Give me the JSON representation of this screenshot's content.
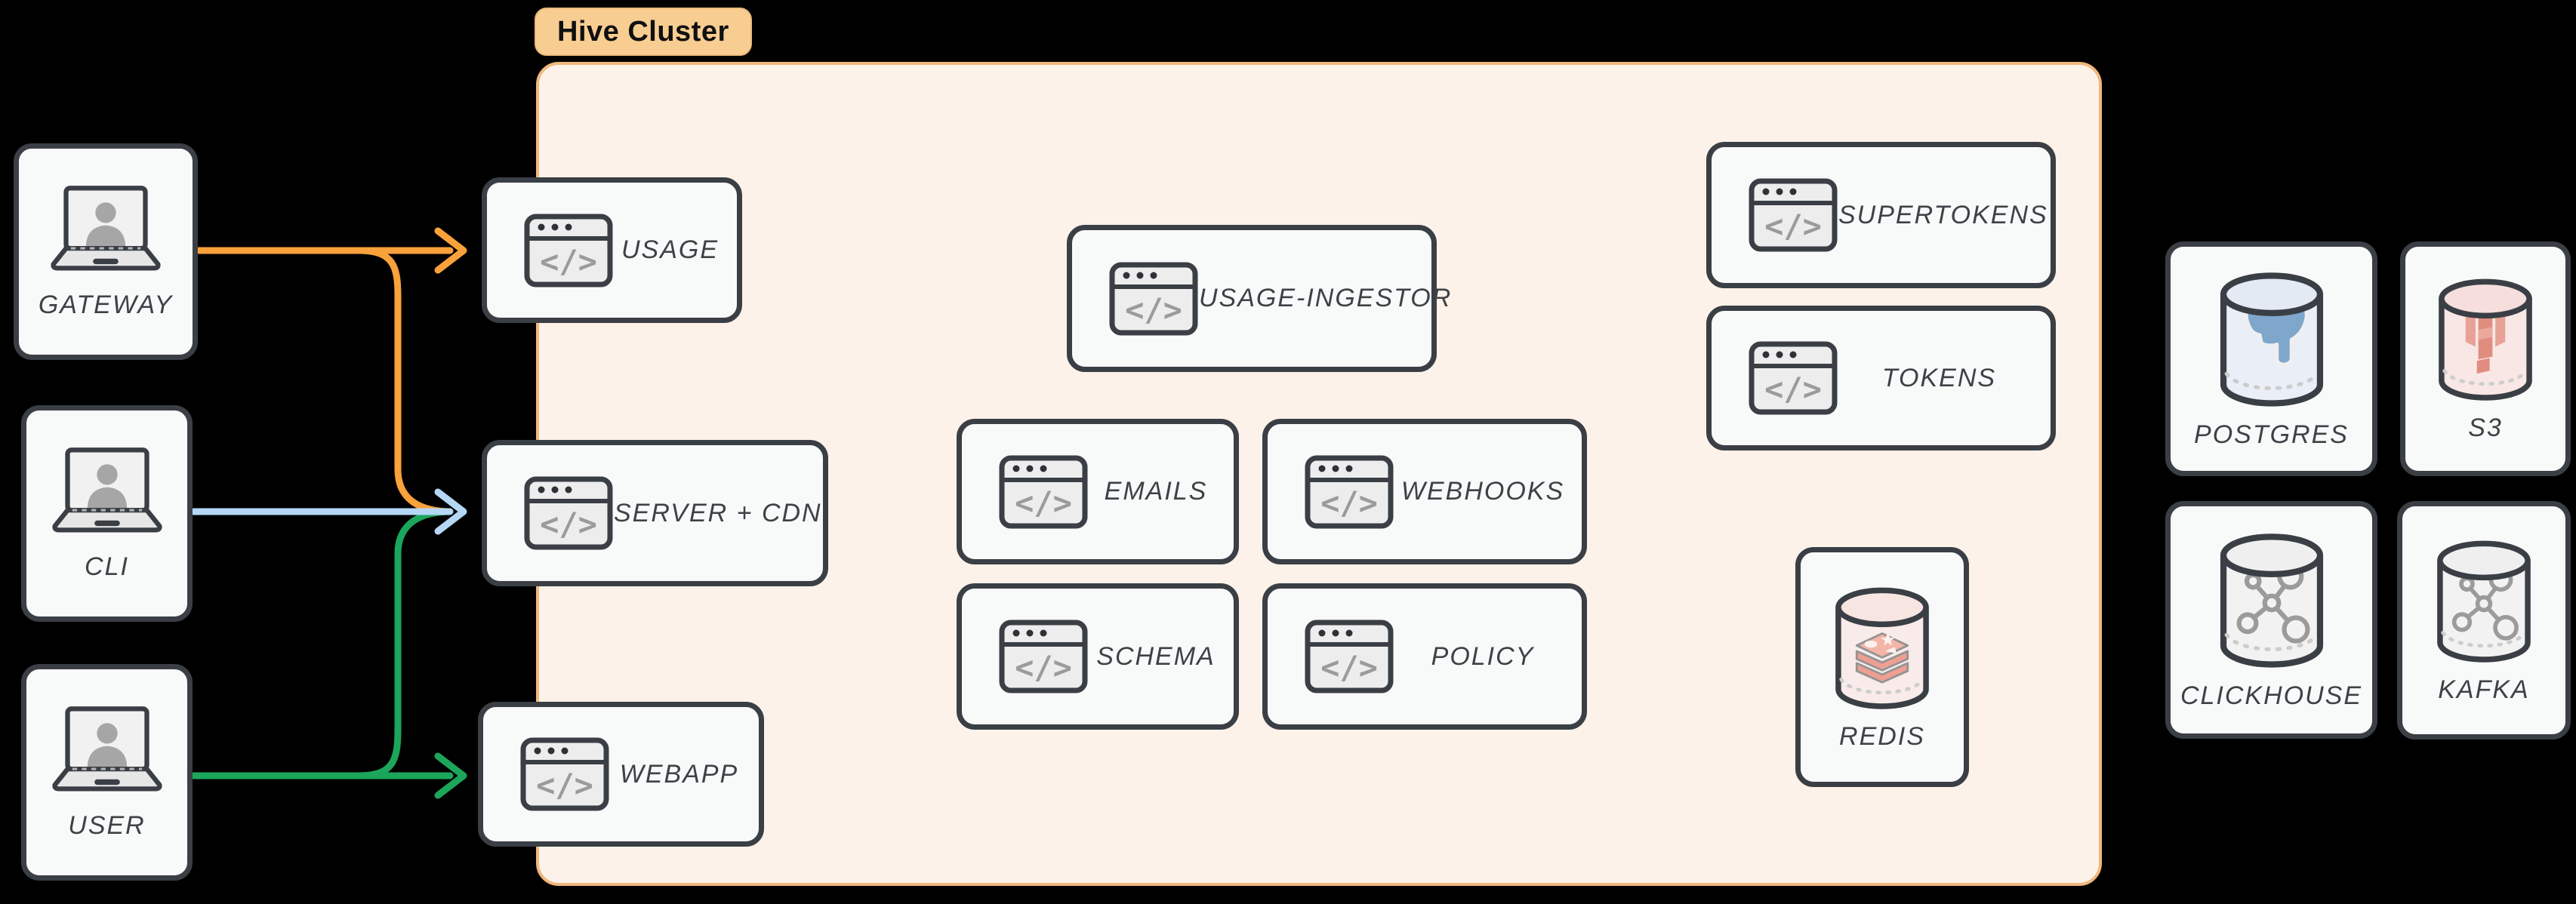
{
  "cluster": {
    "label": "Hive Cluster",
    "fill": "#fdf2e9",
    "border": "#f0b87c",
    "pill_fill": "#f8cd92"
  },
  "clients": [
    {
      "id": "gateway",
      "label": "GATEWAY"
    },
    {
      "id": "cli",
      "label": "CLI"
    },
    {
      "id": "user",
      "label": "USER"
    }
  ],
  "services": [
    {
      "id": "usage",
      "label": "USAGE"
    },
    {
      "id": "server-cdn",
      "label": "SERVER + CDN"
    },
    {
      "id": "webapp",
      "label": "WEBAPP"
    },
    {
      "id": "usage-ingestor",
      "label": "USAGE-INGESTOR"
    },
    {
      "id": "emails",
      "label": "EMAILS"
    },
    {
      "id": "webhooks",
      "label": "WEBHOOKS"
    },
    {
      "id": "schema",
      "label": "SCHEMA"
    },
    {
      "id": "policy",
      "label": "POLICY"
    },
    {
      "id": "supertokens",
      "label": "SUPERTOKENS"
    },
    {
      "id": "tokens",
      "label": "TOKENS"
    }
  ],
  "datastores": [
    {
      "id": "redis",
      "label": "REDIS",
      "icon": "redis-database-icon"
    },
    {
      "id": "postgres",
      "label": "POSTGRES",
      "icon": "postgres-database-icon"
    },
    {
      "id": "s3",
      "label": "S3",
      "icon": "s3-database-icon"
    },
    {
      "id": "clickhouse",
      "label": "CLICKHOUSE",
      "icon": "molecule-database-icon"
    },
    {
      "id": "kafka",
      "label": "KAFKA",
      "icon": "molecule-database-icon"
    }
  ],
  "flows": [
    {
      "from": "GATEWAY",
      "to": [
        "USAGE",
        "SERVER + CDN"
      ],
      "color_key": "orange"
    },
    {
      "from": "CLI",
      "to": [
        "SERVER + CDN"
      ],
      "color_key": "blue"
    },
    {
      "from": "USER",
      "to": [
        "WEBAPP",
        "SERVER + CDN"
      ],
      "color_key": "green"
    }
  ],
  "colors": {
    "orange": "#f9a13b",
    "blue": "#b5d7f5",
    "green": "#1ba65b",
    "node_border": "#3a3f45",
    "label_text": "#3d4247"
  }
}
